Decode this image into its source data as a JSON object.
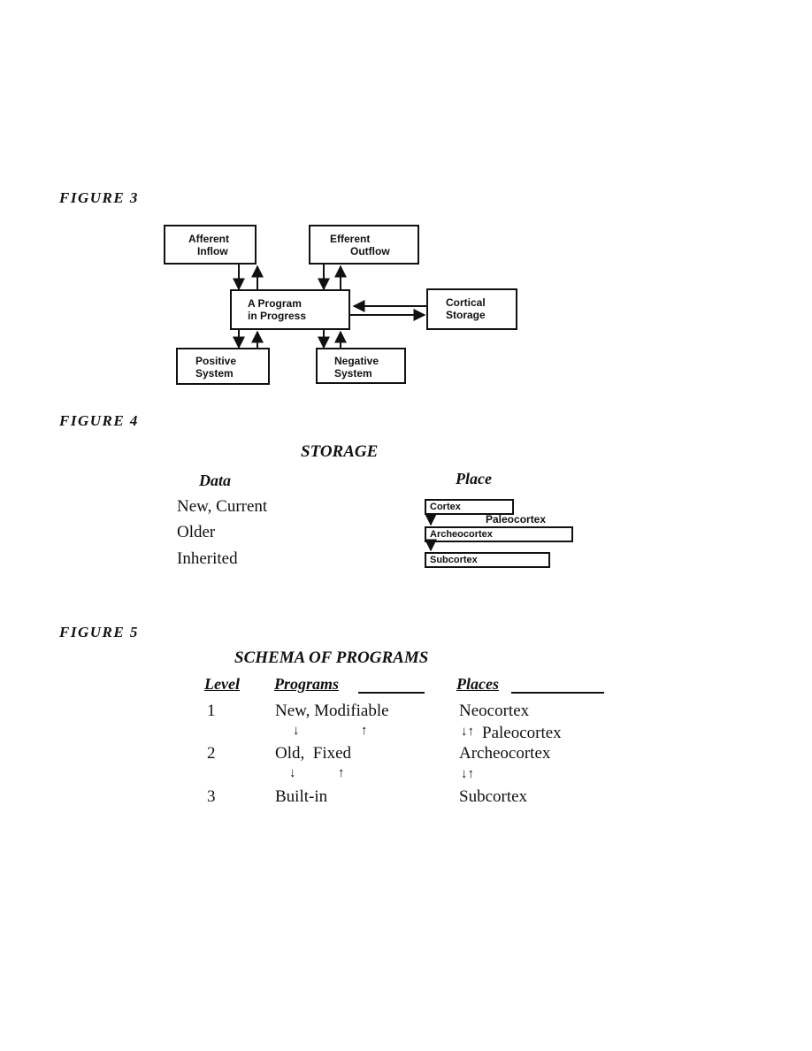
{
  "figure3": {
    "label": "FIGURE 3",
    "nodes": {
      "afferent": [
        "Afferent",
        "Inflow"
      ],
      "efferent": [
        "Efferent",
        "Outflow"
      ],
      "program": [
        "A Program",
        "in Progress"
      ],
      "cortical": [
        "Cortical",
        "Storage"
      ],
      "positive": [
        "Positive",
        "System"
      ],
      "negative": [
        "Negative",
        "System"
      ]
    }
  },
  "figure4": {
    "label": "FIGURE 4",
    "title": "STORAGE",
    "data_header": "Data",
    "place_header": "Place",
    "rows": [
      "New, Current",
      "Older",
      "Inherited"
    ],
    "places": {
      "cortex": "Cortex",
      "paleocortex": "Paleocortex",
      "archeocortex": "Archeocortex",
      "subcortex": "Subcortex"
    }
  },
  "figure5": {
    "label": "FIGURE 5",
    "title": "SCHEMA OF PROGRAMS",
    "headers": {
      "level": "Level",
      "programs": "Programs",
      "places": "Places"
    },
    "rows": [
      {
        "level": "1",
        "program": "New, Modifiable",
        "place": "Neocortex"
      },
      {
        "level": "2",
        "program": "Old,  Fixed",
        "place": "Archeocortex"
      },
      {
        "level": "3",
        "program": "Built-in",
        "place": "Subcortex"
      }
    ],
    "transitions": [
      {
        "down": "↓",
        "up": "↑",
        "place_arrows": "↓↑",
        "place_note": "Paleocortex"
      },
      {
        "down": "↓",
        "up": "↑",
        "place_arrows": "↓↑",
        "place_note": ""
      }
    ]
  }
}
